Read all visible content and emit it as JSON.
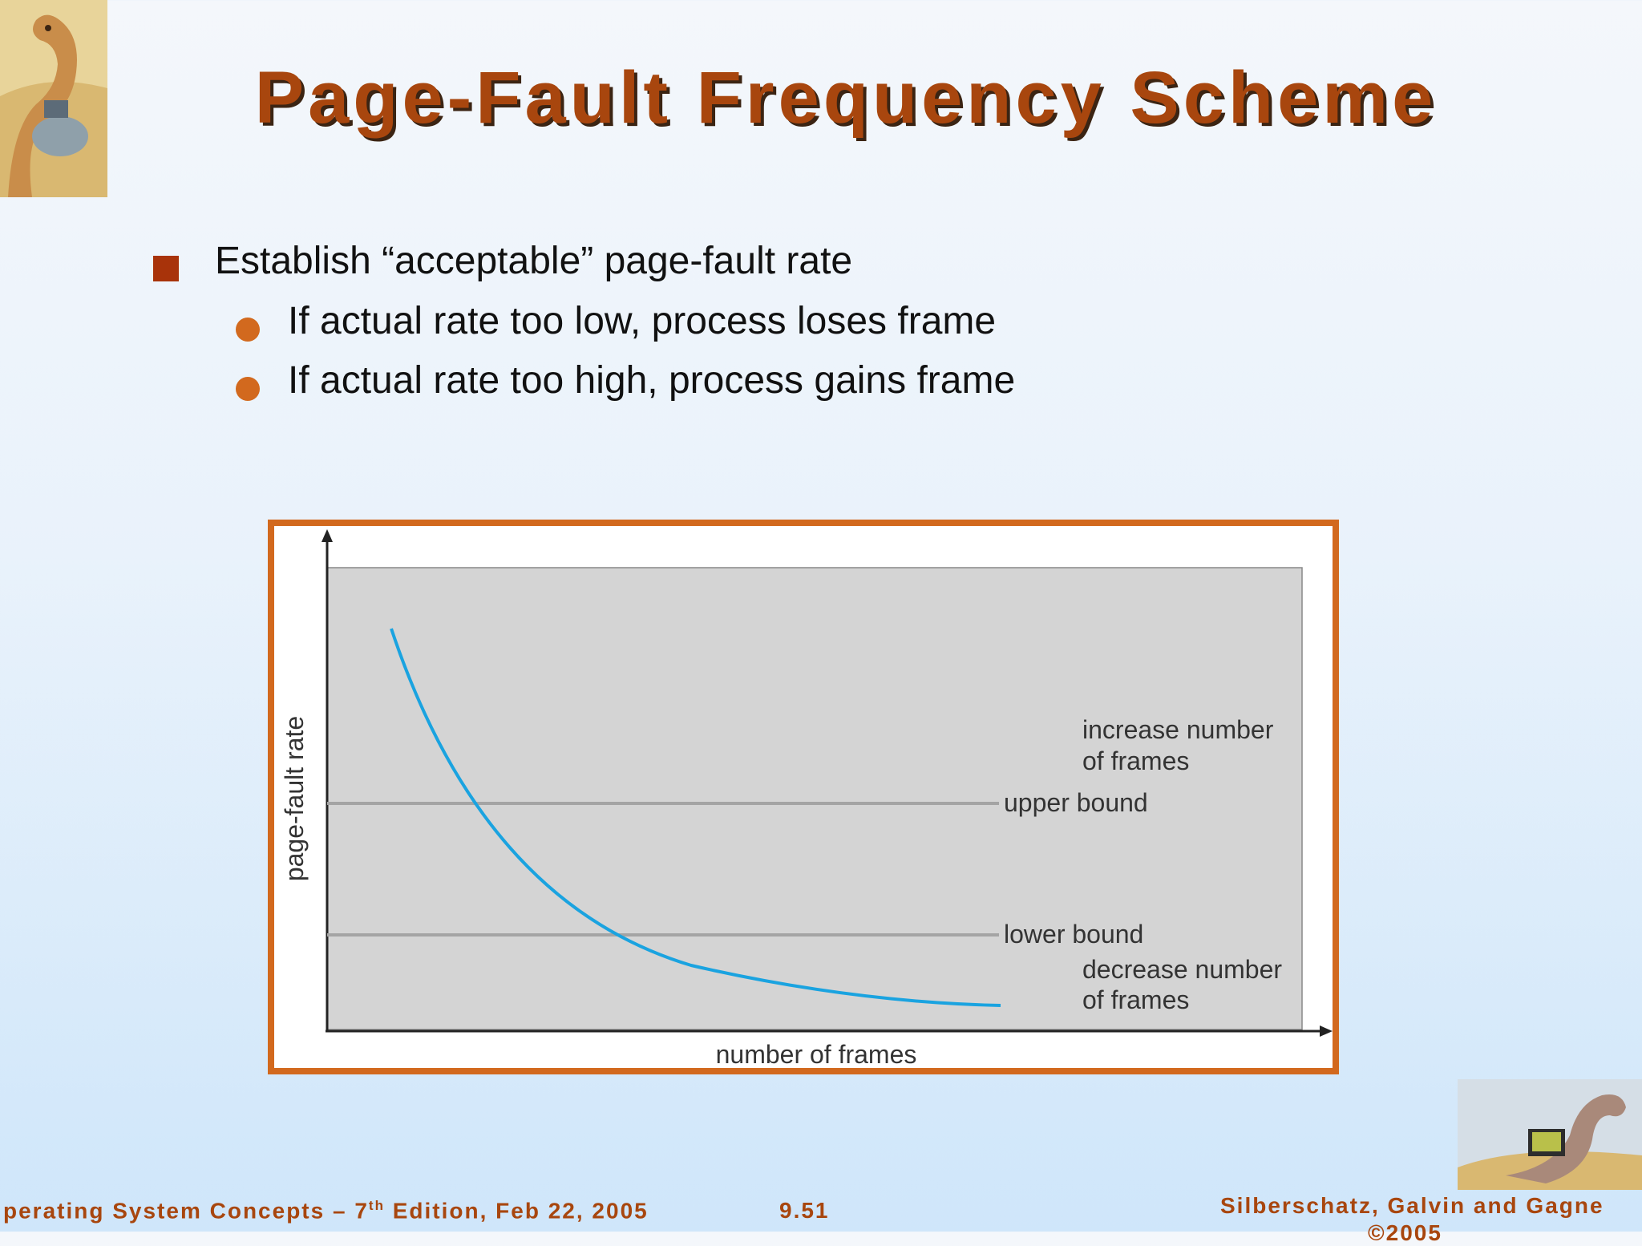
{
  "slide": {
    "title": "Page-Fault Frequency Scheme",
    "bullets": [
      {
        "level": 1,
        "text": "Establish “acceptable” page-fault rate"
      },
      {
        "level": 2,
        "text": "If actual rate too low, process loses frame"
      },
      {
        "level": 2,
        "text": "If actual rate too high, process gains frame"
      }
    ]
  },
  "chart_data": {
    "type": "line",
    "xlabel": "number of frames",
    "ylabel": "page-fault rate",
    "bounds": [
      {
        "name": "upper bound",
        "label": "upper bound"
      },
      {
        "name": "lower bound",
        "label": "lower bound"
      }
    ],
    "annotations": {
      "above_upper": [
        "increase number",
        "of frames"
      ],
      "below_lower": [
        "decrease number",
        "of frames"
      ]
    }
  },
  "footer": {
    "left_a": "perating System Concepts – 7",
    "left_sup": "th",
    "left_b": " Edition, Feb 22, 2005",
    "center": "9.51",
    "right": "Silberschatz, Galvin and Gagne",
    "right_cut": "©2005"
  },
  "colors": {
    "title": "#a8460e",
    "accent_frame": "#d2691e",
    "curve": "#1aa3e0",
    "bullet_square": "#a8330a"
  }
}
